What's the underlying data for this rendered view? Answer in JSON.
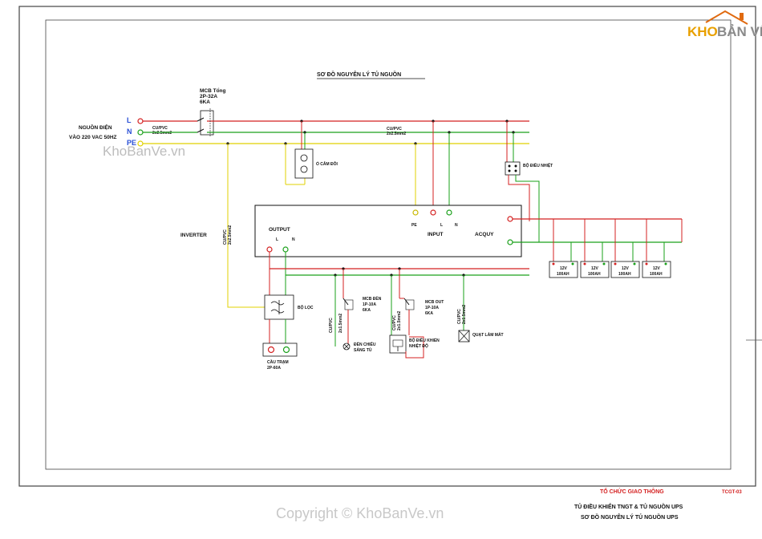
{
  "title": "SƠ ĐỒ NGUYÊN LÝ TỦ NGUỒN",
  "logo": {
    "part1": "KHO",
    "part2": "BẢN VẼ"
  },
  "watermark": "KhoBanVe.vn",
  "copyright": "Copyright © KhoBanVe.vn",
  "colors": {
    "line": "#d42020",
    "neutral": "#1aa01a",
    "earth": "#e0d000",
    "frame": "#333333"
  },
  "source": {
    "L": "L",
    "N": "N",
    "PE": "PE",
    "label1": "NGUỒN ĐIỆN",
    "label2": "VÀO 220 VAC 50HZ",
    "cable": "CU/PVC",
    "cable_size": "2x2.5mm2"
  },
  "mcb_main": {
    "line1": "MCB Tổng",
    "line2": "2P-32A",
    "line3": "6KA"
  },
  "bus_cable": {
    "line1": "CU/PVC",
    "line2": "2x2.5mm2"
  },
  "socket": "Ổ CẮM ĐÔI",
  "thermostat": "BỘ ĐIỀU NHIỆT",
  "inverter": "INVERTER",
  "ups": {
    "output": "OUTPUT",
    "output_L": "L",
    "output_N": "N",
    "input": "INPUT",
    "input_PE": "PE",
    "input_L": "L",
    "input_N": "N",
    "battery": "ACQUY"
  },
  "batteries": [
    {
      "v": "12V",
      "ah": "100AH"
    },
    {
      "v": "12V",
      "ah": "100AH"
    },
    {
      "v": "12V",
      "ah": "100AH"
    },
    {
      "v": "12V",
      "ah": "100AH"
    }
  ],
  "inverter_cable": {
    "line1": "CU/PVC",
    "line2": "2x2.5mm2"
  },
  "lpf": "BỘ LỌC",
  "terminal": {
    "line1": "CẦU TRẠM",
    "line2": "2P-60A"
  },
  "lamp_cable": {
    "line1": "CU/PVC",
    "line2": "2x1.5mm2"
  },
  "mcb_lamp": {
    "line1": "MCB ĐÈN",
    "line2": "1P-10A",
    "line3": "6KA"
  },
  "lamp": {
    "line1": "ĐÈN CHIẾU",
    "line2": "SÁNG TỦ"
  },
  "temp_cable": {
    "line1": "CU/PVC",
    "line2": "2x1.5mm2"
  },
  "mcb_out": {
    "line1": "MCB OUT",
    "line2": "1P-10A",
    "line3": "6KA"
  },
  "temp_ctrl": {
    "line1": "BỘ ĐIỀU KHIỂN",
    "line2": "NHIỆT ĐỘ"
  },
  "fan_cable": {
    "line1": "CU/PVC",
    "line2": "2x1.5mm2"
  },
  "fan": "QUẠT LÀM MÁT",
  "title_block": {
    "org": "TỔ CHỨC GIAO THÔNG",
    "code": "TCGT-03",
    "line1": "TỦ ĐIỀU KHIỂN TNGT & TỦ NGUỒN UPS",
    "line2": "SƠ ĐỒ NGUYÊN LÝ TỦ NGUỒN UPS"
  }
}
